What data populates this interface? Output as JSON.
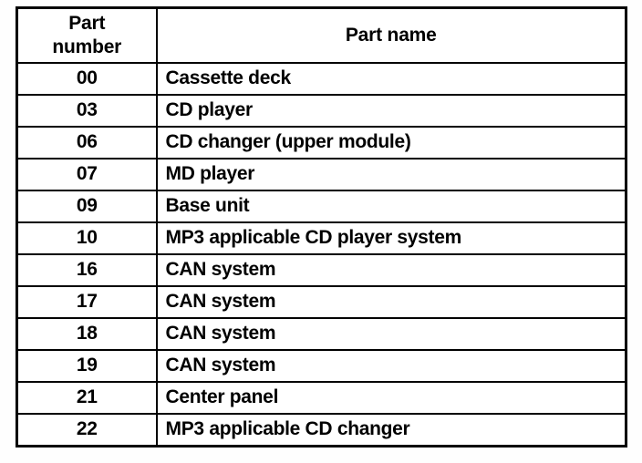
{
  "table": {
    "columns": [
      {
        "id": "part_number",
        "header_line1": "Part",
        "header_line2": "number"
      },
      {
        "id": "part_name",
        "header": "Part name"
      }
    ],
    "rows": [
      {
        "part_number": "00",
        "part_name": "Cassette deck"
      },
      {
        "part_number": "03",
        "part_name": "CD player"
      },
      {
        "part_number": "06",
        "part_name": "CD changer (upper module)"
      },
      {
        "part_number": "07",
        "part_name": "MD player"
      },
      {
        "part_number": "09",
        "part_name": "Base unit"
      },
      {
        "part_number": "10",
        "part_name": "MP3 applicable CD player system"
      },
      {
        "part_number": "16",
        "part_name": "CAN system"
      },
      {
        "part_number": "17",
        "part_name": "CAN system"
      },
      {
        "part_number": "18",
        "part_name": "CAN system"
      },
      {
        "part_number": "19",
        "part_name": "CAN system"
      },
      {
        "part_number": "21",
        "part_name": "Center panel"
      },
      {
        "part_number": "22",
        "part_name": "MP3 applicable CD changer"
      }
    ]
  },
  "colors": {
    "page_background": "#fefefe",
    "table_background": "#ffffff",
    "border": "#000000",
    "text": "#000000"
  }
}
